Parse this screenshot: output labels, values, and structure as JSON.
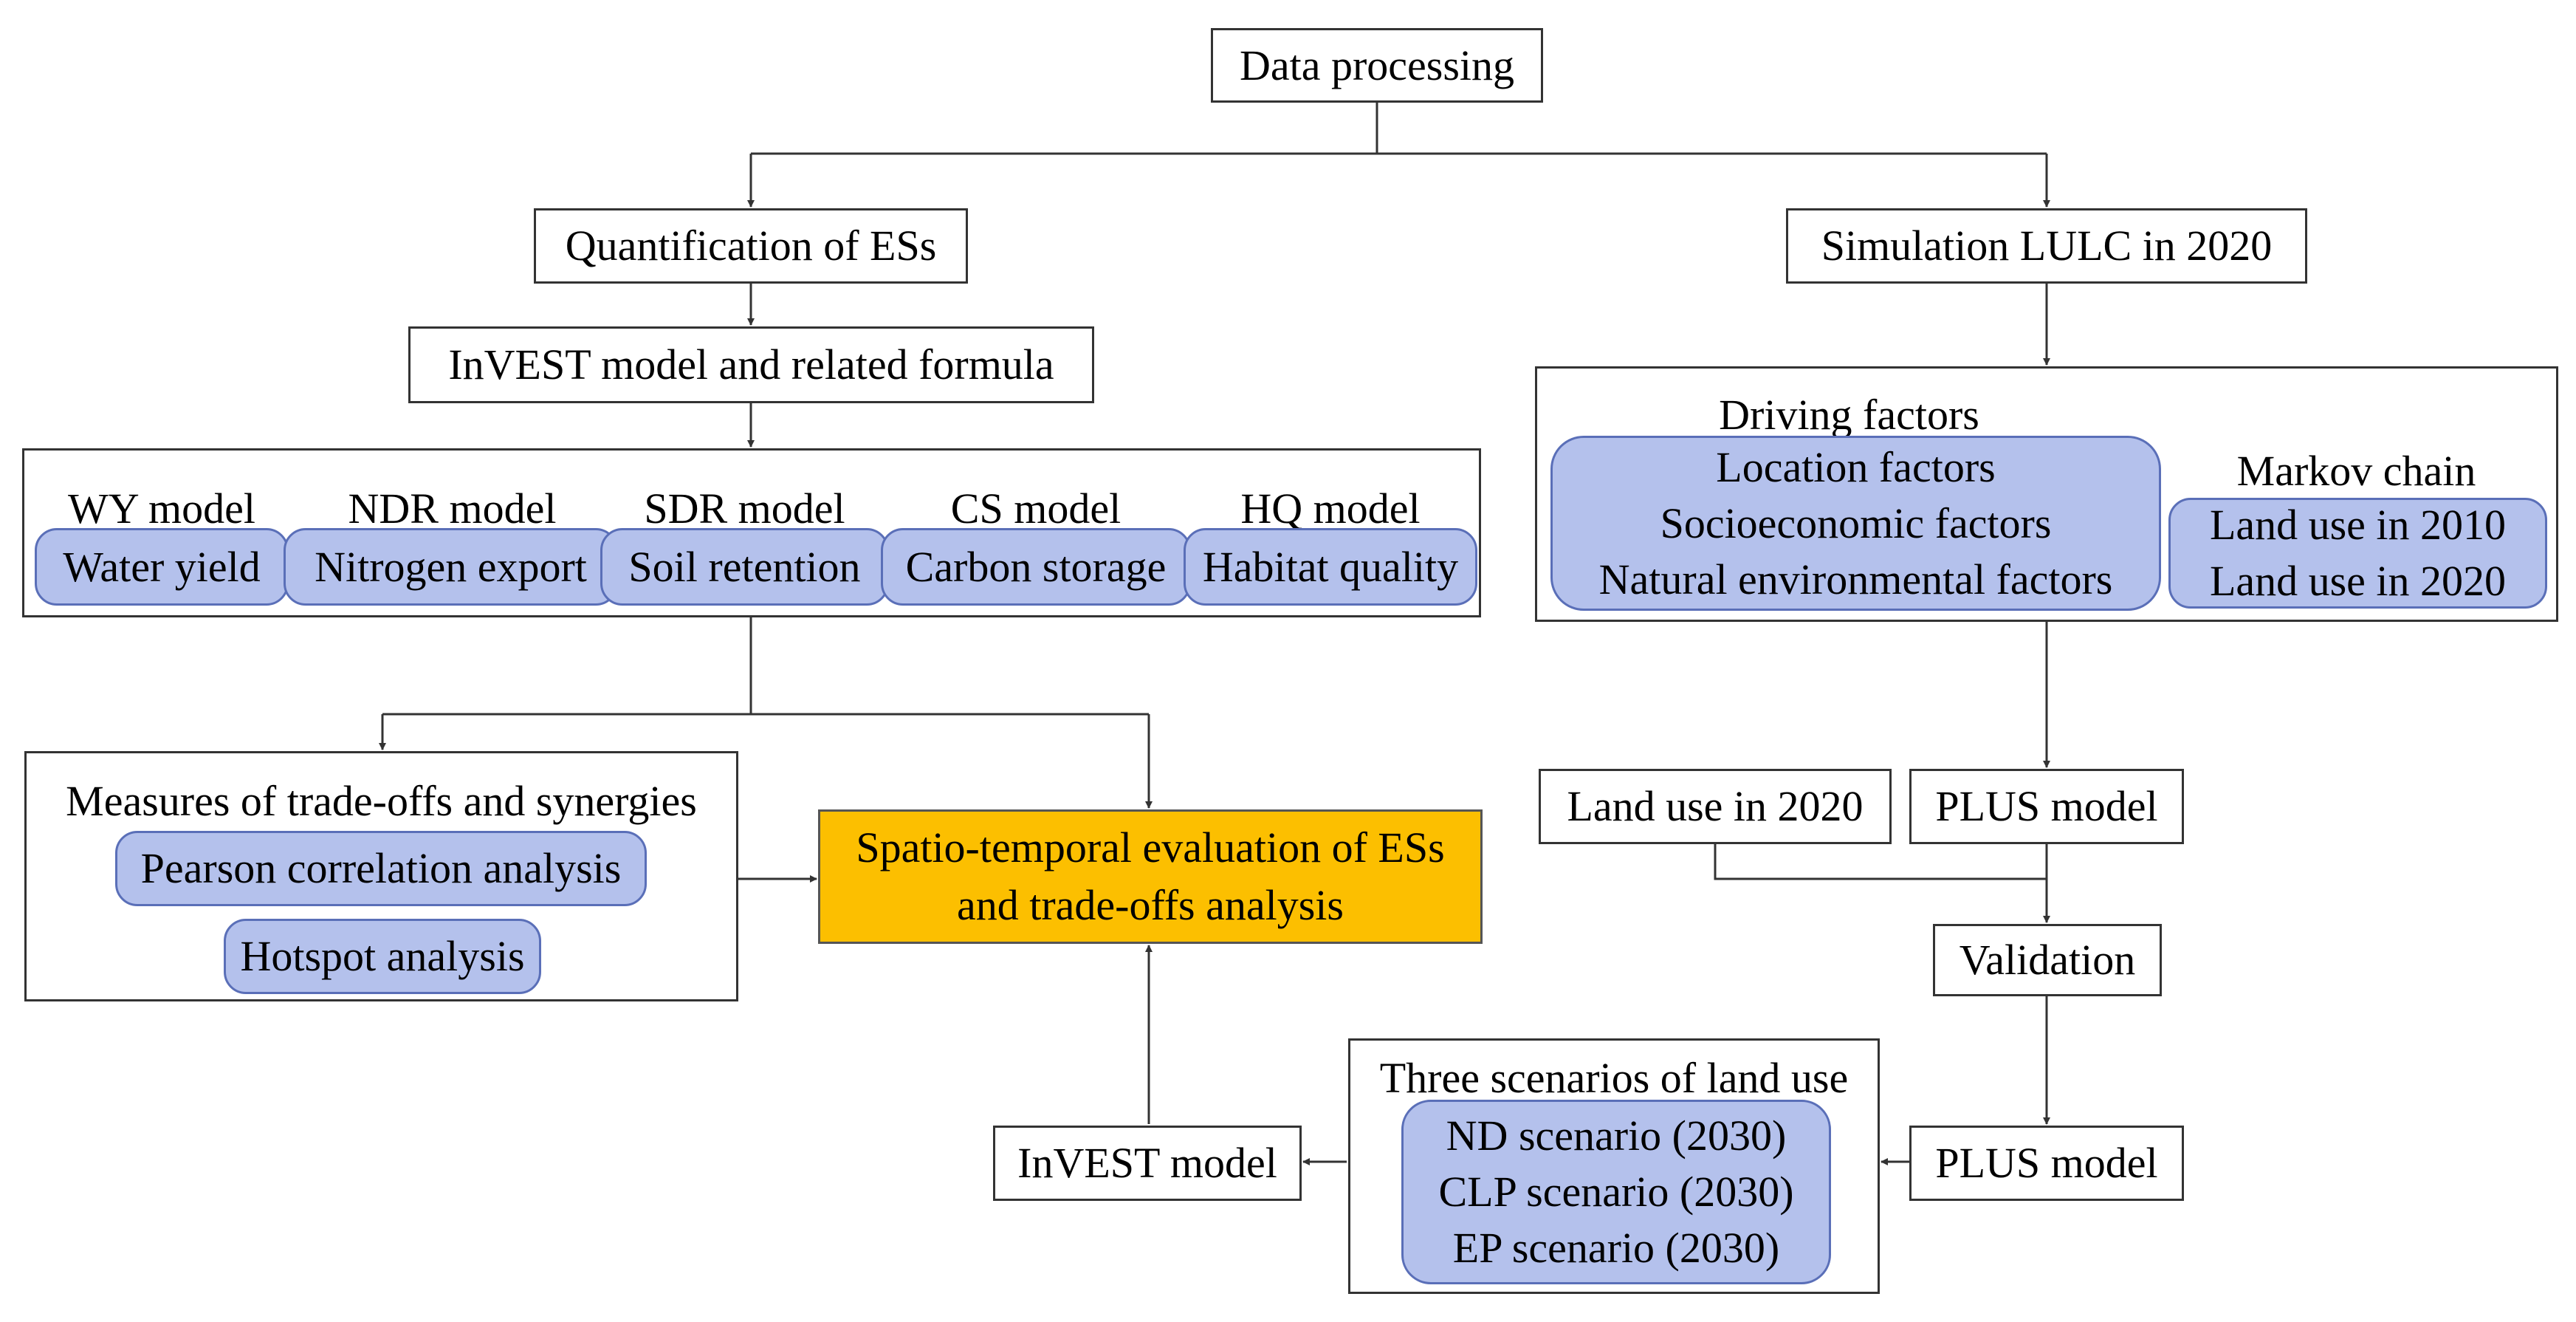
{
  "data_processing": "Data processing",
  "quantification": "Quantification of ESs",
  "simulation": "Simulation LULC in 2020",
  "invest_formula": "InVEST model and related formula",
  "models": [
    {
      "name": "WY model",
      "output": "Water yield"
    },
    {
      "name": "NDR model",
      "output": "Nitrogen export"
    },
    {
      "name": "SDR model",
      "output": "Soil retention"
    },
    {
      "name": "CS model",
      "output": "Carbon storage"
    },
    {
      "name": "HQ model",
      "output": "Habitat quality"
    }
  ],
  "driving": {
    "title": "Driving factors",
    "items": [
      "Location factors",
      "Socioeconomic factors",
      "Natural environmental factors"
    ]
  },
  "markov": {
    "title": "Markov chain",
    "items": [
      "Land use in 2010",
      "Land use in 2020"
    ]
  },
  "measures": {
    "title": "Measures of trade-offs and synergies",
    "pearson": "Pearson correlation analysis",
    "hotspot": "Hotspot analysis"
  },
  "evaluation": [
    "Spatio-temporal evaluation of ESs",
    "and trade-offs analysis"
  ],
  "land_use_2020": "Land use in 2020",
  "plus_model_1": "PLUS model",
  "validation": "Validation",
  "plus_model_2": "PLUS model",
  "scenarios": {
    "title": "Three scenarios of land use",
    "items": [
      "ND scenario (2030)",
      "CLP scenario (2030)",
      "EP scenario (2030)"
    ]
  },
  "invest_model": "InVEST model",
  "colors": {
    "highlight": "#fcbf00",
    "pill_fill": "#b4c1ec",
    "pill_border": "#5a6fb8",
    "line": "#333333"
  }
}
